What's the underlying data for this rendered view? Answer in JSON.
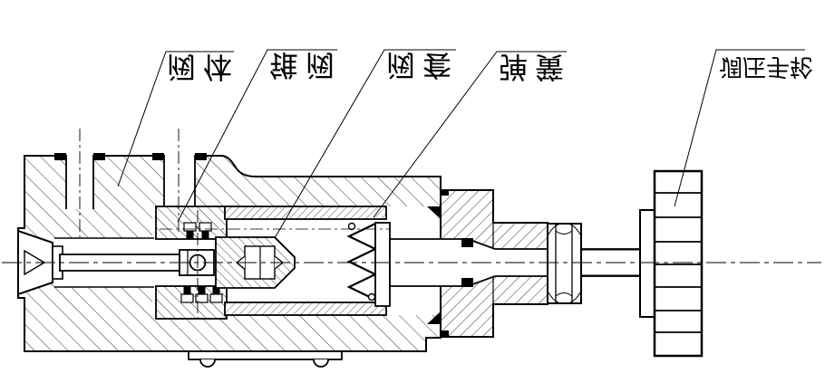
{
  "figure": {
    "background_color": "#ffffff",
    "line_color": "#000000",
    "callouts": [
      {
        "id": "valve-body",
        "text": "阀体"
      },
      {
        "id": "poppet-valve",
        "text": "锥阀"
      },
      {
        "id": "valve-sleeve",
        "text": "阀套"
      },
      {
        "id": "spring",
        "text": "弹簧"
      },
      {
        "id": "adjusting-handwheel",
        "text": "调压手轮"
      }
    ]
  }
}
